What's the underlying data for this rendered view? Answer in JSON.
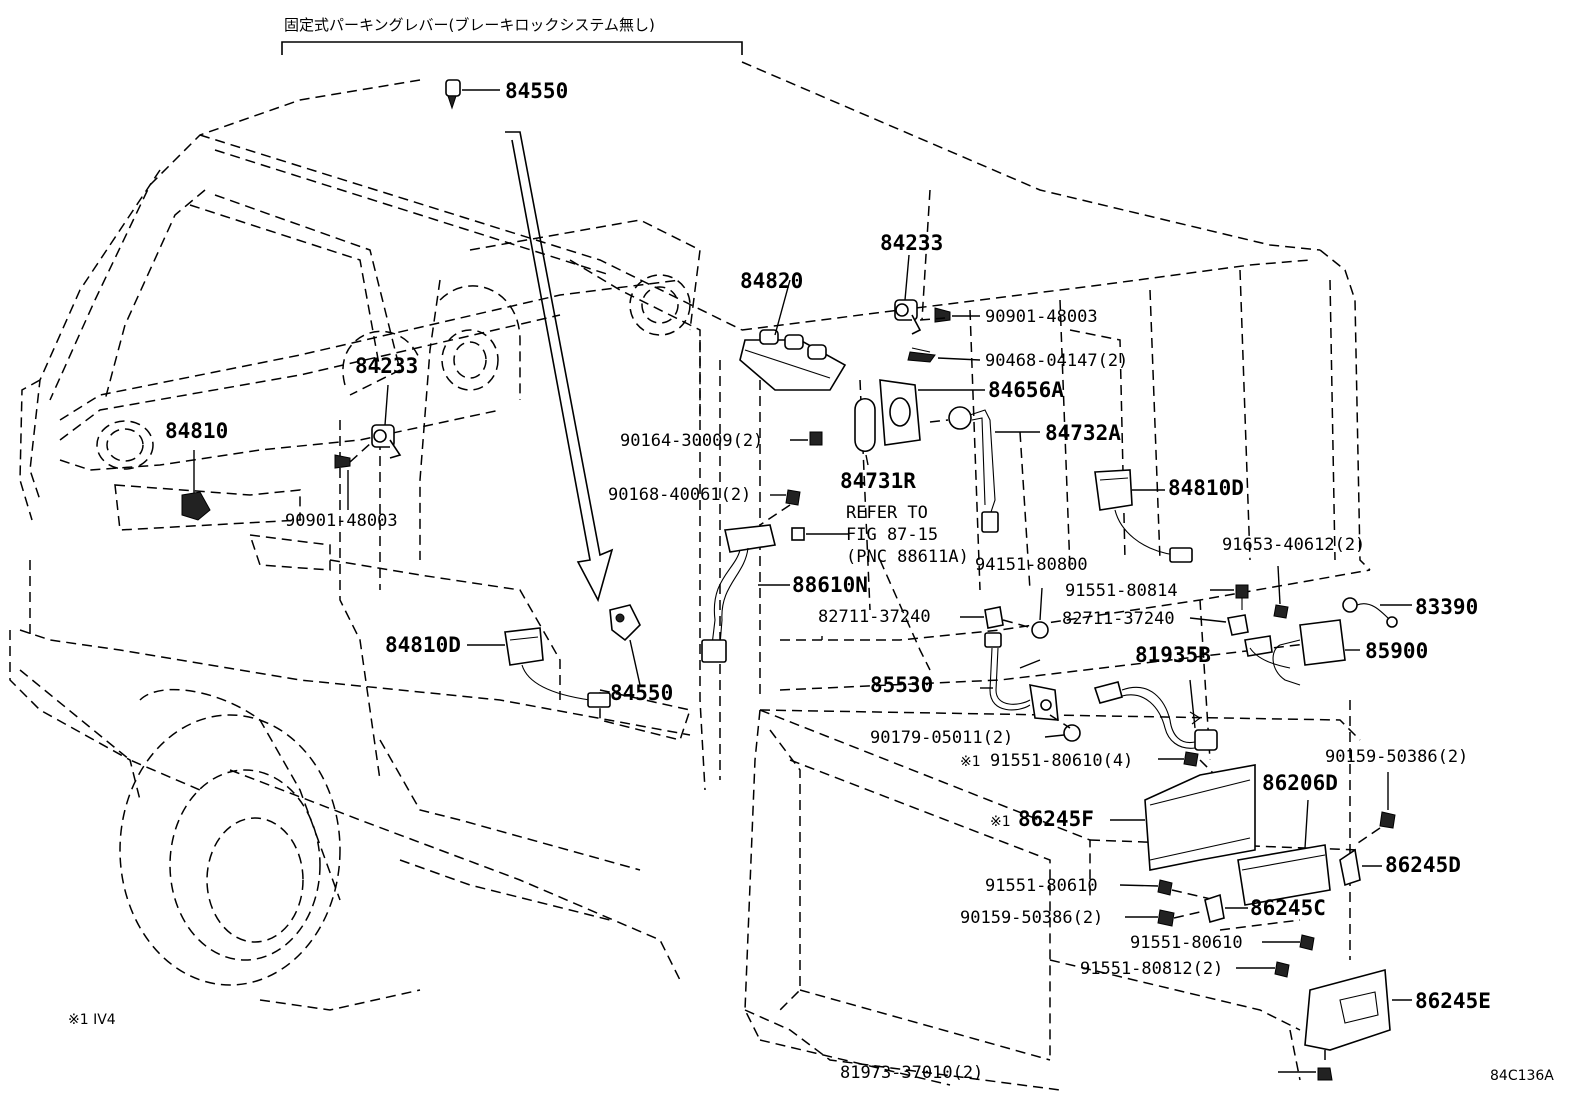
{
  "header_note": "固定式パーキングレバー(ブレーキロックシステム無し)",
  "figure_id": "84C136A",
  "footnote": "※1 IV4",
  "refer": {
    "line1": "REFER TO",
    "line2": "FIG 87-15",
    "line3": "(PNC 88611A)"
  },
  "labels": {
    "p84550_top": "84550",
    "p84233_top": "84233",
    "p84820": "84820",
    "p90901_top": "90901-48003",
    "p90468": "90468-04147(2)",
    "p84656A": "84656A",
    "p84732A": "84732A",
    "p84233_left": "84233",
    "p84810": "84810",
    "p90164": "90164-30009(2)",
    "p84731R": "84731R",
    "p90168": "90168-40061(2)",
    "p90901_left": "90901-48003",
    "p84810D_right": "84810D",
    "p94151": "94151-80800",
    "p91653": "91653-40612(2)",
    "p88610N": "88610N",
    "p91551_80814": "91551-80814",
    "p82711_left": "82711-37240",
    "p82711_right": "82711-37240",
    "p83390": "83390",
    "p84810D_left": "84810D",
    "p81935B": "81935B",
    "p85900": "85900",
    "p84550_bottom": "84550",
    "p85530": "85530",
    "p90179": "90179-05011(2)",
    "p91551_80610_4": "91551-80610(4)",
    "p91551_80610_4_mark": "※1",
    "p90159_right": "90159-50386(2)",
    "p86206D": "86206D",
    "p86245F": "86245F",
    "p86245F_mark": "※1",
    "p91551_80610_a": "91551-80610",
    "p86245D": "86245D",
    "p90159_left": "90159-50386(2)",
    "p86245C": "86245C",
    "p91551_80610_b": "91551-80610",
    "p91551_80812": "91551-80812(2)",
    "p86245E": "86245E",
    "p81973": "81973-37010(2)"
  }
}
